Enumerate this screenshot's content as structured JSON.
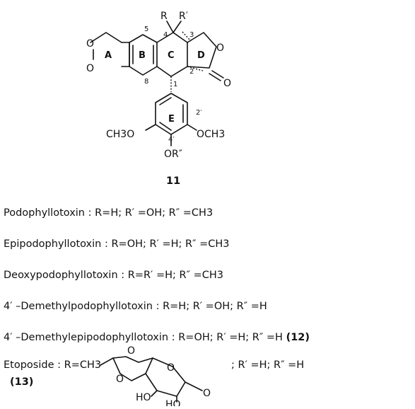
{
  "structure": {
    "compound_number": "11",
    "substituents": {
      "R": "R",
      "R_prime": "R′",
      "R_dblprime_group": "OR″"
    },
    "ring_labels": [
      "A",
      "B",
      "C",
      "D",
      "E"
    ],
    "position_numbers": [
      "5",
      "4",
      "3",
      "2",
      "1",
      "8",
      "2′",
      "4′"
    ],
    "atoms": {
      "ring_O1": "O",
      "ring_O2": "O",
      "lactone_O": "O",
      "carbonyl_O": "O",
      "methoxy_left": "CH3O",
      "methoxy_right": "OCH3"
    }
  },
  "compounds": [
    {
      "name": "Podophyllotoxin",
      "subst": "R=H;  R′ =OH;  R″ =CH3",
      "ref": ""
    },
    {
      "name": "Epipodophyllotoxin",
      "subst": "R=OH;  R′ =H;  R″ =CH3",
      "ref": ""
    },
    {
      "name": "Deoxypodophyllotoxin",
      "subst": "R=R′ =H;  R″ =CH3",
      "ref": ""
    },
    {
      "name": "4′ –Demethylpodophyllotoxin",
      "subst": "R=H;  R′ =OH;  R″ =H",
      "ref": ""
    },
    {
      "name": "4′ –Demethylepipodophyllotoxin",
      "subst": "R=OH;  R′ =H;  R″ =H",
      "ref": "(12)"
    }
  ],
  "etoposide": {
    "name": "Etoposide",
    "r_value": "R=CH3",
    "rest": ";  R′ =H;  R″ =H",
    "ref": "(13)",
    "sugar_atoms": [
      "O",
      "O",
      "O",
      "O",
      "HO",
      "HO"
    ]
  }
}
